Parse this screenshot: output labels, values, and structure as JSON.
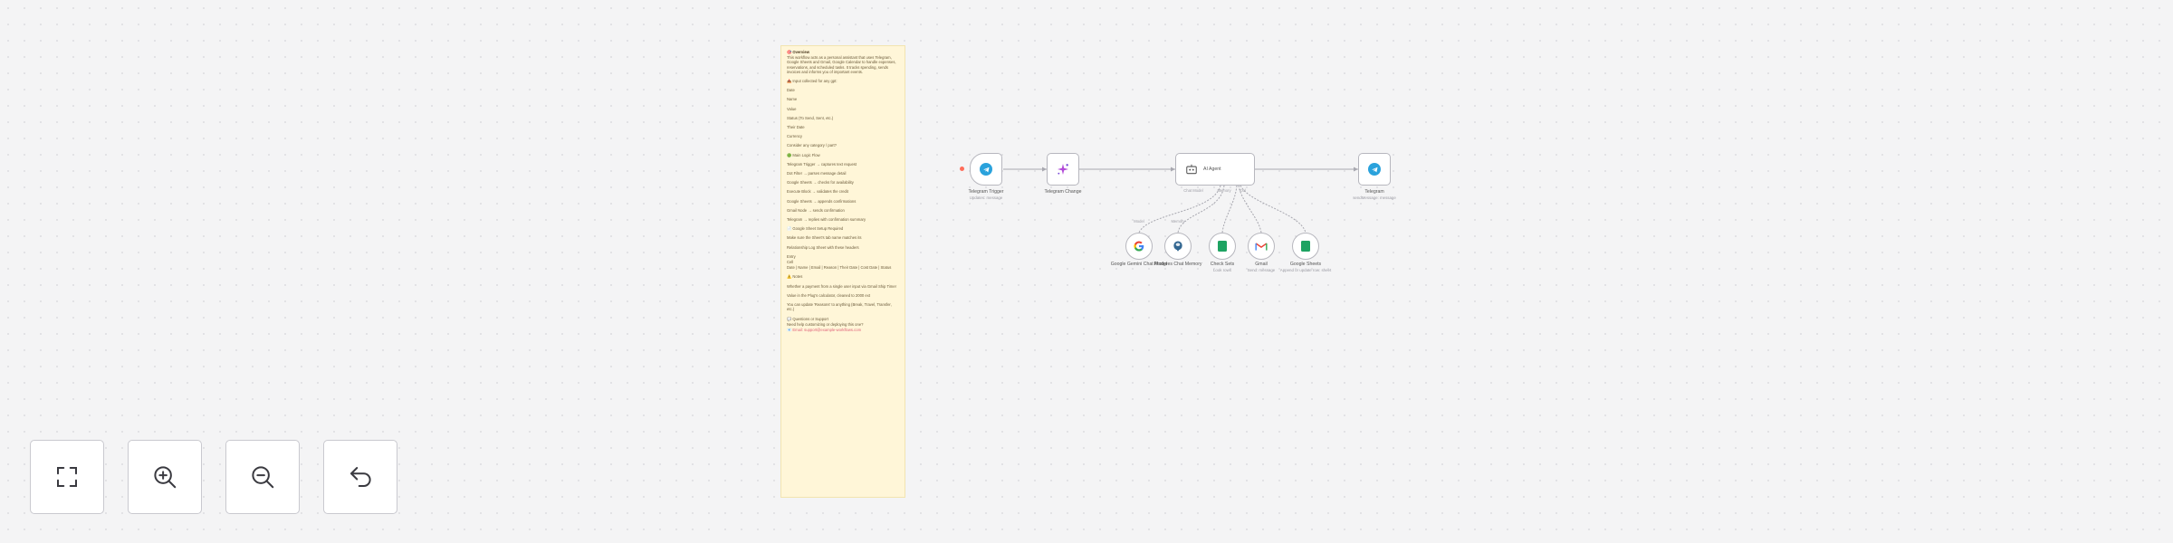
{
  "sticky_note": {
    "lines": [
      {
        "text": "🎯 Overview",
        "style": "head"
      },
      {
        "text": "This workflow acts as a personal assistant that uses Telegram, Google Sheets and Gmail, Google Calendar to handle expenses, reservations, and scheduled tasks. It tracks spending, sends invoices and informs you of important events.",
        "style": ""
      },
      {
        "text": "📤 Input collected for any gpt:",
        "style": ""
      },
      {
        "text": "Date",
        "style": ""
      },
      {
        "text": "Name",
        "style": ""
      },
      {
        "text": "Value",
        "style": ""
      },
      {
        "text": "Status (To Send, Sent, etc.)",
        "style": ""
      },
      {
        "text": "Their Date",
        "style": ""
      },
      {
        "text": "Currency",
        "style": ""
      },
      {
        "text": "Consider any category / part?",
        "style": ""
      },
      {
        "text": "🟢 Main Logic Flow",
        "style": ""
      },
      {
        "text": "Telegram Trigger → captures text request",
        "style": ""
      },
      {
        "text": "Dot Filter → parses message detail",
        "style": ""
      },
      {
        "text": "Google Sheets → checks for availability",
        "style": ""
      },
      {
        "text": "Execute Block → validates the credit",
        "style": ""
      },
      {
        "text": "Google Sheets → appends confirmations",
        "style": ""
      },
      {
        "text": "Gmail Node → sends confirmation",
        "style": ""
      },
      {
        "text": "Telegram → replies with confirmation summary",
        "style": ""
      },
      {
        "text": "📄 Google Sheet Setup Required",
        "style": ""
      },
      {
        "text": "Make sure the Sheet's tab name matches its",
        "style": ""
      },
      {
        "text": "Relationship Log Sheet with these headers",
        "style": ""
      },
      {
        "text": "Entry",
        "style": "tight"
      },
      {
        "text": "Cell",
        "style": "tight"
      },
      {
        "text": "Date | Name | Email | Reason | Their Date | Cost Date | Status",
        "style": ""
      },
      {
        "text": "⚠️ Notes",
        "style": ""
      },
      {
        "text": "Whether a payment from a single user input via Gmail Ship Timer",
        "style": ""
      },
      {
        "text": "Value in the Plug's calculator, cleaned to 2000 ext",
        "style": ""
      },
      {
        "text": "You can update 'Reasons' to anything (Break, Travel, Transfer, etc.)",
        "style": ""
      },
      {
        "text": "💬 Questions or Support",
        "style": "tight"
      },
      {
        "text": "Need help customizing or deploying this one?",
        "style": "tight"
      },
      {
        "text": "📧 Email: support@example-workflows.com",
        "style": "link"
      }
    ]
  },
  "nodes": {
    "telegram_trigger": {
      "title": "Telegram Trigger",
      "subtitle": "Updates: message"
    },
    "telegram_change": {
      "title": "Telegram Change"
    },
    "ai_agent": {
      "label": "AI Agent",
      "port_chat_model": "Chat Model",
      "port_memory": "Memory",
      "port_tool": "Tool"
    },
    "telegram_reply": {
      "title": "Telegram",
      "subtitle": "sendMessage: message"
    },
    "tools": [
      {
        "title": "Google Gemini Chat Model",
        "subtitle": "",
        "port": "Model"
      },
      {
        "title": "Postgres Chat Memory",
        "subtitle": "",
        "port": "Memory"
      },
      {
        "title": "Check Sets",
        "subtitle": "Look rows",
        "port": ""
      },
      {
        "title": "Gmail",
        "subtitle": "Send: message",
        "port": ""
      },
      {
        "title": "Google Sheets",
        "subtitle": "Append or update row: sheet",
        "port": ""
      }
    ]
  },
  "colors": {
    "telegram": "#2aa2dc",
    "sheets": "#1ea362",
    "gmail_red": "#ea4335",
    "accent": "#ff6d5a",
    "sticky_bg": "#fff6d8"
  },
  "controls": [
    {
      "icon": "fit-view-icon"
    },
    {
      "icon": "zoom-in-icon"
    },
    {
      "icon": "zoom-out-icon"
    },
    {
      "icon": "undo-icon"
    }
  ]
}
